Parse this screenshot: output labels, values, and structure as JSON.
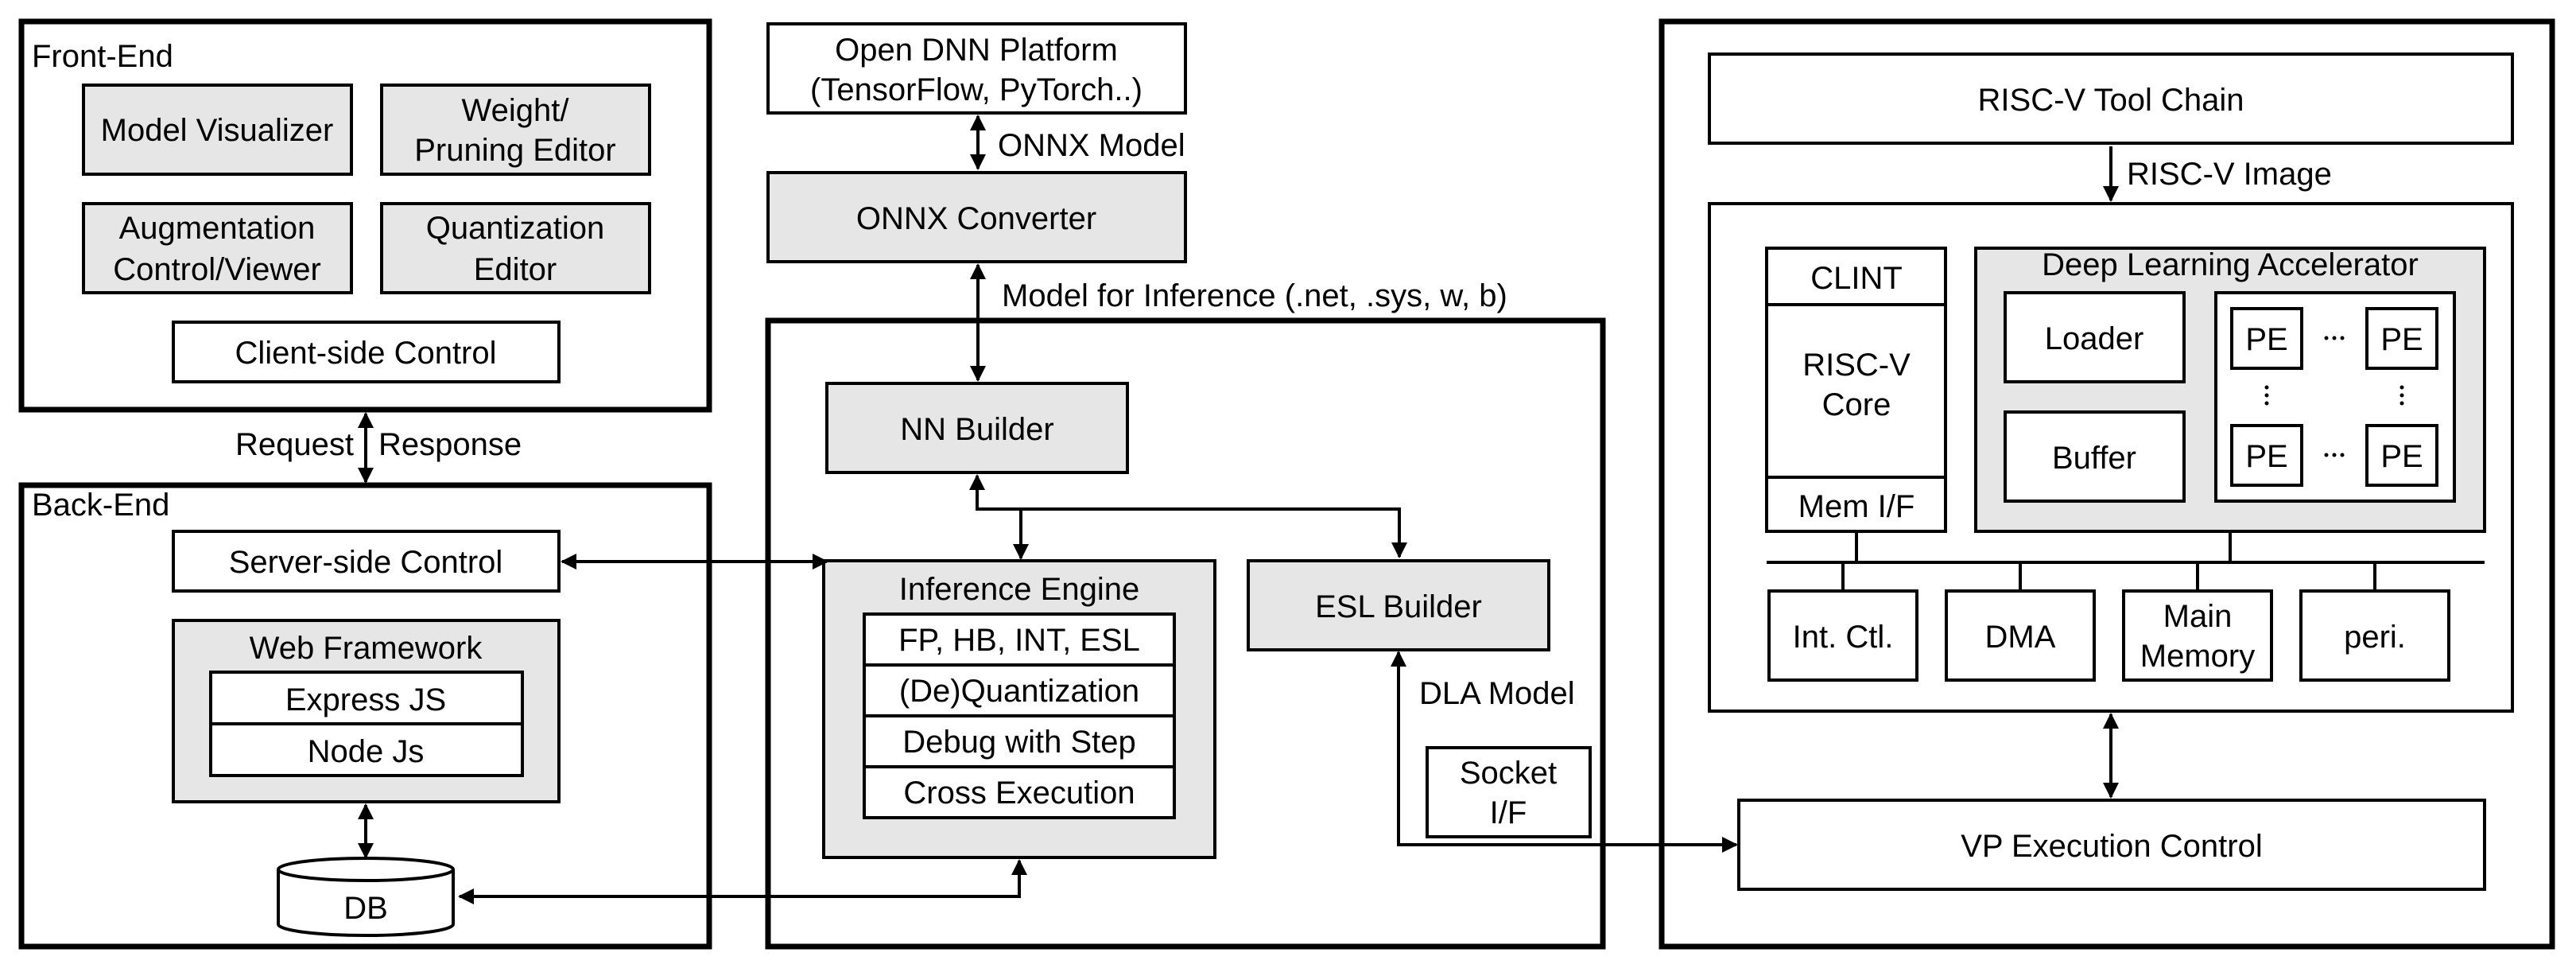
{
  "colors": {
    "box_fill": "#e6e6e6",
    "stroke": "#000000",
    "background": "#ffffff"
  },
  "front_end": {
    "title": "Front-End",
    "model_visualizer": "Model Visualizer",
    "weight_editor": [
      "Weight/",
      "Pruning Editor"
    ],
    "augmentation": [
      "Augmentation",
      "Control/Viewer"
    ],
    "quantization_editor": [
      "Quantization",
      "Editor"
    ],
    "client_control": "Client-side Control"
  },
  "request_response": {
    "request": "Request",
    "response": "Response"
  },
  "back_end": {
    "title": "Back-End",
    "server_control": "Server-side Control",
    "web_framework": "Web Framework",
    "express": "Express JS",
    "node": "Node Js",
    "db": "DB"
  },
  "middle": {
    "open_dnn": [
      "Open DNN Platform",
      "(TensorFlow, PyTorch..)"
    ],
    "onnx_model": "ONNX Model",
    "onnx_converter": "ONNX Converter",
    "model_for_inference": "Model for Inference (.net, .sys, w, b)",
    "nn_builder": "NN Builder",
    "inference_engine": "Inference Engine",
    "engine_items": [
      "FP, HB, INT, ESL",
      "(De)Quantization",
      "Debug with Step",
      "Cross Execution"
    ],
    "esl_builder": "ESL Builder",
    "dla_model": "DLA Model",
    "socket": [
      "Socket",
      "I/F"
    ]
  },
  "right": {
    "toolchain": "RISC-V Tool Chain",
    "riscv_image": "RISC-V Image",
    "clint": "CLINT",
    "riscv_core": [
      "RISC-V",
      "Core"
    ],
    "mem_if": "Mem I/F",
    "dla": "Deep Learning Accelerator",
    "loader": "Loader",
    "buffer": "Buffer",
    "pe": "PE",
    "int_ctl": "Int. Ctl.",
    "dma": "DMA",
    "main_memory": [
      "Main",
      "Memory"
    ],
    "peri": "peri.",
    "vp_control": "VP Execution Control"
  }
}
